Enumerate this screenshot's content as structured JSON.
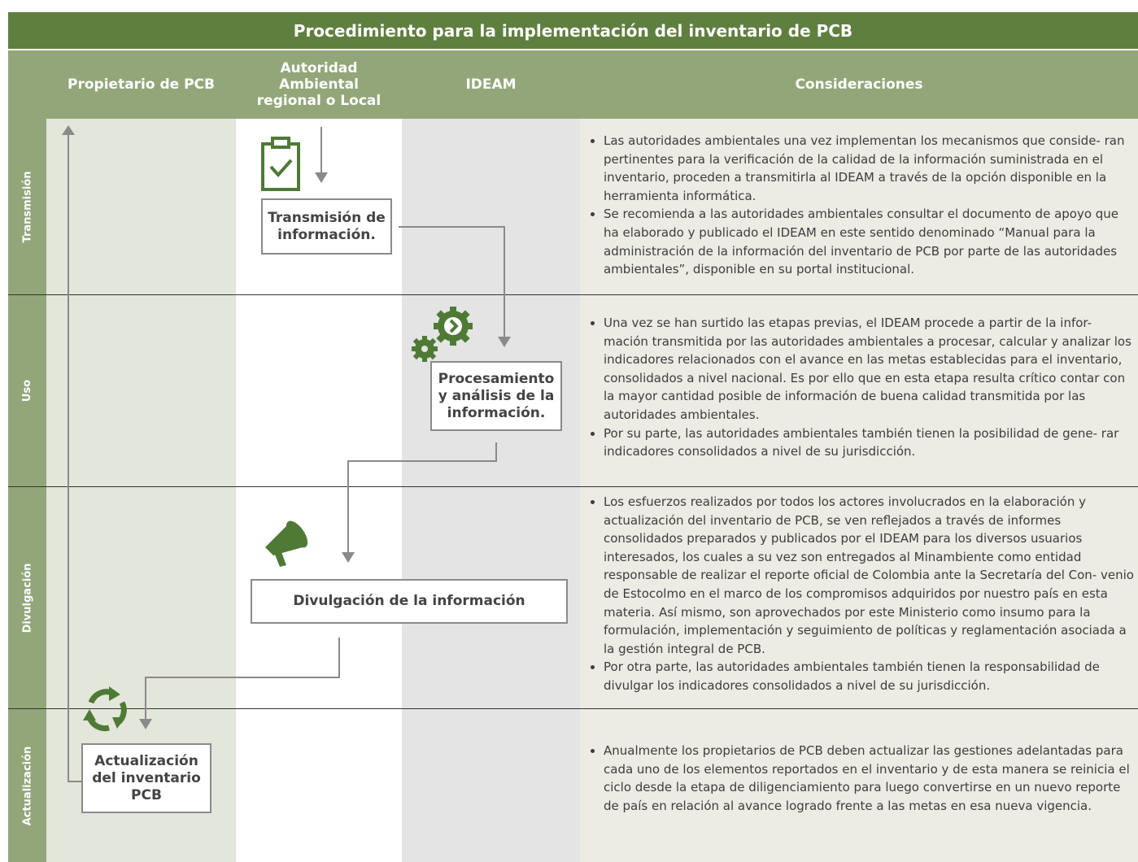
{
  "title": "Procedimiento para la implementación del inventario de PCB",
  "columns": {
    "owner": "Propietario de PCB",
    "authority_line1": "Autoridad",
    "authority_line2": "Ambiental",
    "authority_line3": "regional  o Local",
    "ideam": "IDEAM",
    "considerations": "Consideraciones"
  },
  "stages": {
    "transmision": "Transmisión",
    "uso": "Uso",
    "divulgacion": "Divulgación",
    "actualizacion": "Actualización"
  },
  "boxes": {
    "transmision_line1": "Transmisión de",
    "transmision_line2": "información.",
    "procesamiento_line1": "Procesamiento",
    "procesamiento_line2": "y análisis de la",
    "procesamiento_line3": "información.",
    "divulgacion": "Divulgación de la información",
    "actualizacion_line1": "Actualización",
    "actualizacion_line2": "del inventario",
    "actualizacion_line3": "PCB"
  },
  "notes": {
    "transmision": [
      "Las autoridades ambientales una vez implementan los mecanismos que conside- ran pertinentes para la verificación de la calidad de la información suministrada en el inventario, proceden a transmitirla al IDEAM a través de la opción disponible en la herramienta informática.",
      "Se recomienda a las autoridades ambientales consultar el documento de apoyo que ha elaborado y publicado el IDEAM en este sentido denominado “Manual para la administración de la información del inventario de PCB por parte de las autoridades ambientales”, disponible en su portal institucional."
    ],
    "uso": [
      "Una vez se han surtido las etapas previas, el IDEAM procede a partir de la infor- mación transmitida por las autoridades ambientales a procesar, calcular y analizar los indicadores relacionados con el avance en las metas establecidas para el inventario, consolidados a nivel nacional. Es por ello que en esta etapa resulta crítico contar con la mayor cantidad posible de información de buena calidad transmitida por las autoridades ambientales.",
      "Por su parte, las autoridades ambientales también tienen la posibilidad de gene- rar indicadores consolidados a nivel de su jurisdicción."
    ],
    "divulgacion": [
      "Los esfuerzos realizados por todos los actores involucrados en la elaboración y actualización del inventario de PCB, se ven reflejados a través de informes consolidados preparados y publicados por el IDEAM para los diversos usuarios interesados, los cuales a su vez son entregados al Minambiente como entidad responsable de realizar el reporte oficial de Colombia ante la Secretaría del Con- venio de Estocolmo en el marco de los compromisos adquiridos por nuestro país en esta materia. Así mismo, son aprovechados por este Ministerio como insumo para la formulación, implementación y seguimiento de políticas y reglamentación asociada a la gestión integral de PCB.",
      "Por otra parte, las autoridades ambientales también tienen la responsabilidad de divulgar los indicadores consolidados a nivel de su jurisdicción."
    ],
    "actualizacion": [
      "Anualmente los propietarios de PCB deben actualizar las gestiones adelantadas para cada uno de los elementos reportados en el inventario y de esta manera se reinicia el ciclo desde la etapa de diligenciamiento para luego convertirse en un nuevo reporte de país en relación al avance logrado frente a las metas en esa nueva vigencia."
    ]
  },
  "colors": {
    "title_bg": "#5f7f3f",
    "header_bg": "#93a67a",
    "owner_lane": "#e3e6da",
    "ideam_lane": "#e4e4e4",
    "notes_bg": "#ecebe4",
    "icon_green": "#4e7a36",
    "connector": "#8a8a8a"
  },
  "icons": [
    "clipboard-check-icon",
    "gears-icon",
    "megaphone-icon",
    "cycle-arrows-icon"
  ]
}
